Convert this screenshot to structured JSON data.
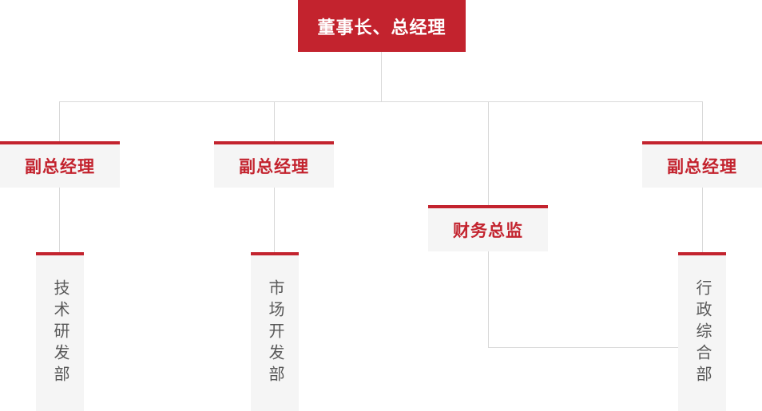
{
  "colors": {
    "primary_red": "#c3232e",
    "box_bg": "#f5f5f5",
    "line_color": "#d9d9d9",
    "dept_text": "#595959",
    "root_text": "#ffffff",
    "page_bg": "#ffffff"
  },
  "org_chart": {
    "type": "org-tree",
    "root": {
      "label": "董事长、总经理"
    },
    "level2": [
      {
        "label": "副总经理"
      },
      {
        "label": "副总经理"
      },
      {
        "label": "财务总监"
      },
      {
        "label": "副总经理"
      }
    ],
    "level3": [
      {
        "label": "技术研发部"
      },
      {
        "label": "市场开发部"
      },
      {
        "label": "行政综合部"
      }
    ]
  }
}
